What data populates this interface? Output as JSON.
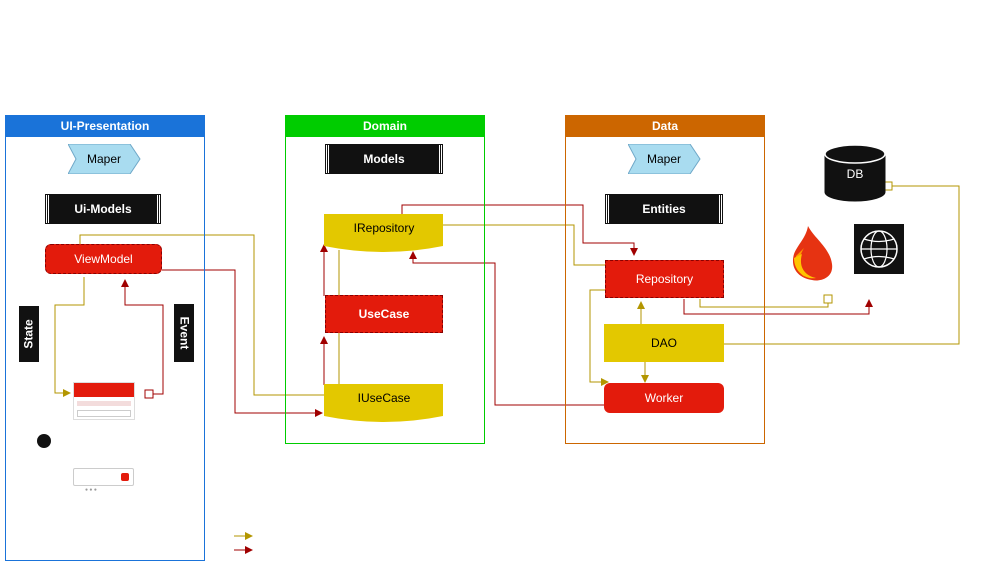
{
  "lanes": {
    "ui": {
      "title": "UI-Presentation",
      "color": "#1a73d9"
    },
    "domain": {
      "title": "Domain",
      "color": "#00cc00"
    },
    "data": {
      "title": "Data",
      "color": "#cc6600"
    }
  },
  "ui": {
    "maper": "Maper",
    "ui_models": "Ui-Models",
    "viewmodel": "ViewModel",
    "state": "State",
    "event": "Event"
  },
  "domain": {
    "models": "Models",
    "irepository": "IRepository",
    "usecase": "UseCase",
    "iusecase": "IUseCase"
  },
  "data": {
    "maper": "Maper",
    "entities": "Entities",
    "repository": "Repository",
    "dao": "DAO",
    "worker": "Worker"
  },
  "external": {
    "db": "DB",
    "firebase_icon": "firebase-icon",
    "network_icon": "globe-icon"
  },
  "colors": {
    "olive_line": "#b39600",
    "red_line": "#a00000",
    "yellow_box": "#e3c800",
    "red_box": "#e31b0c"
  }
}
